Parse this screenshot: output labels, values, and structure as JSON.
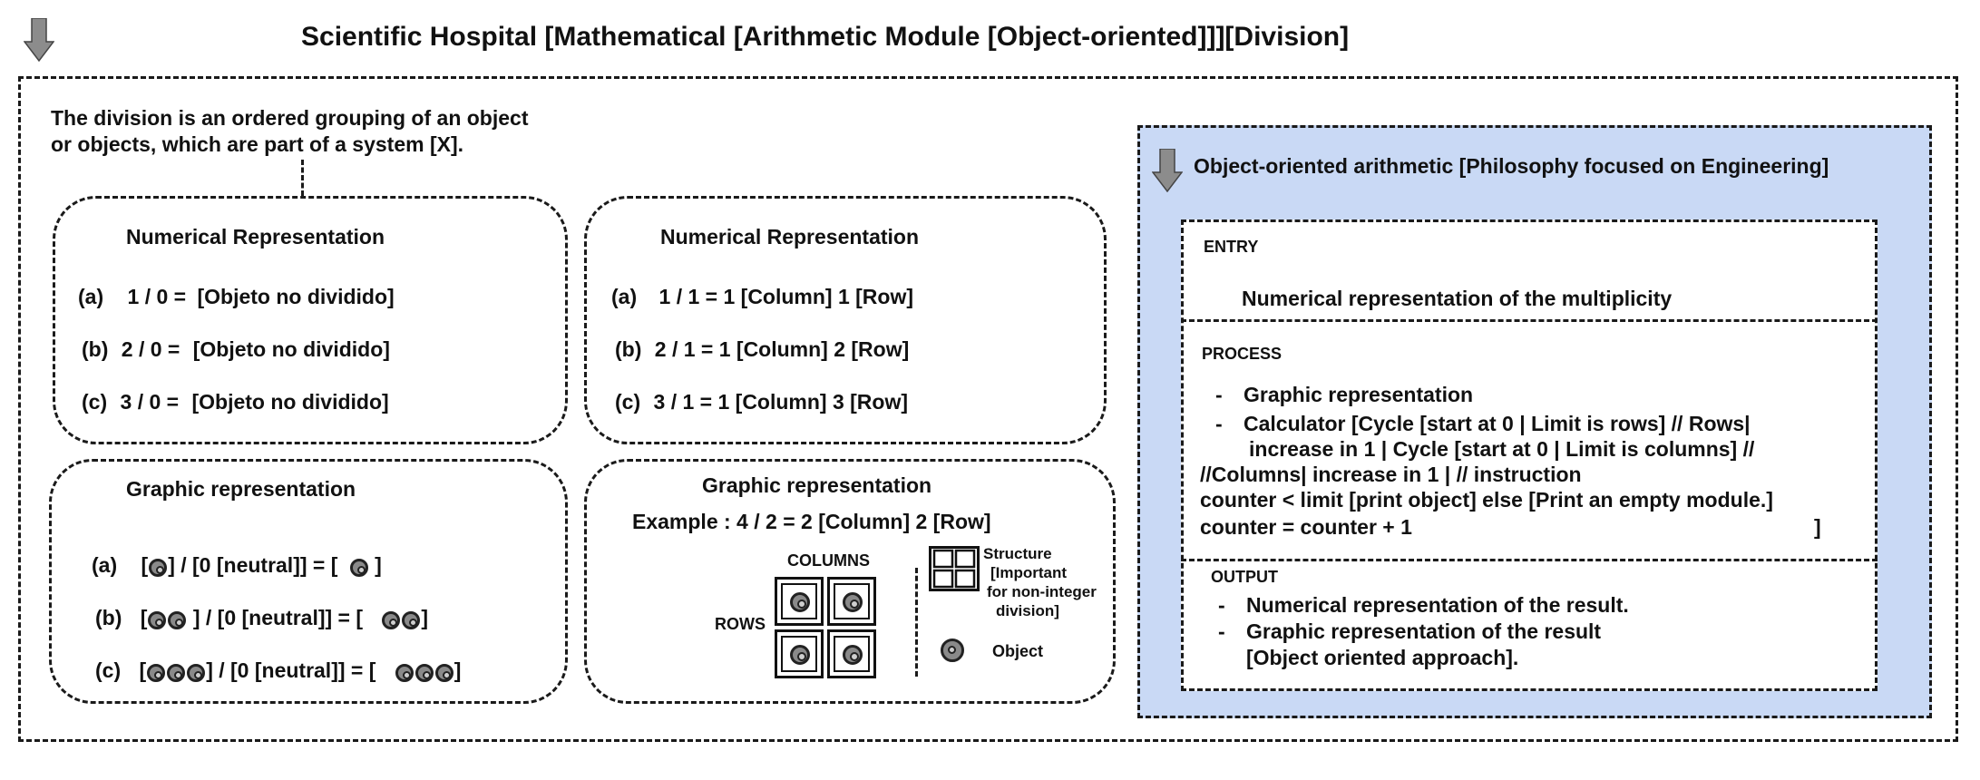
{
  "title": "Scientific Hospital [Mathematical [Arithmetic Module [Object-oriented]]][Division]",
  "definition": {
    "line1": "The division is an ordered grouping of an object",
    "line2": "or objects, which are part of a system [X]."
  },
  "numerical_zero": {
    "heading": "Numerical Representation",
    "rows": [
      {
        "label": "(a)",
        "expr": "1 /  0   =",
        "result": "[Objeto no dividido]"
      },
      {
        "label": "(b)",
        "expr": "2 / 0   =",
        "result": "[Objeto no dividido]"
      },
      {
        "label": "(c)",
        "expr": "3 / 0   =",
        "result": "[Objeto no dividido]"
      }
    ]
  },
  "numerical_one": {
    "heading": "Numerical Representation",
    "rows": [
      {
        "label": "(a)",
        "expr": "1 / 1   = 1 [Column] 1 [Row]"
      },
      {
        "label": "(b)",
        "expr": "2 / 1   = 1 [Column] 2 [Row]"
      },
      {
        "label": "(c)",
        "expr": "3 / 1   =  1 [Column] 3 [Row]"
      }
    ]
  },
  "graphic_zero": {
    "heading": "Graphic representation",
    "rows": [
      {
        "label": "(a)",
        "objects": 1,
        "open": "[",
        "middle": "] / [0 [neutral]] = [",
        "close": "]"
      },
      {
        "label": "(b)",
        "objects": 2,
        "open": "[",
        "middle": " ] / [0 [neutral]] = [",
        "close": "]"
      },
      {
        "label": "(c)",
        "objects": 3,
        "open": "[",
        "middle": "] / [0 [neutral]] = [",
        "close": "]"
      }
    ]
  },
  "graphic_example": {
    "heading": "Graphic representation",
    "example": "Example : 4 / 2  = 2 [Column]  2 [Row]",
    "columns_label": "COLUMNS",
    "rows_label": "ROWS",
    "legend_structure": [
      "Structure",
      "[Important",
      "for non-integer",
      "division]"
    ],
    "legend_object": "Object"
  },
  "oop": {
    "heading": "Object-oriented arithmetic [Philosophy focused on Engineering]",
    "panel_color": "#c9d9f5",
    "entry": {
      "label": "ENTRY",
      "text": "Numerical representation of the multiplicity"
    },
    "process": {
      "label": "PROCESS",
      "dash": "-",
      "item1": "Graphic representation",
      "item2_lines": [
        "Calculator [Cycle [start at 0 | Limit is rows] // Rows|",
        "increase in 1  |  Cycle [start at 0 | Limit is columns] //",
        "//Columns|    increase in 1  |   // instruction",
        "counter < limit [print object] else [Print an empty module.]",
        "counter = counter + 1"
      ],
      "closing_bracket": "]"
    },
    "output": {
      "label": "OUTPUT",
      "dash": "-",
      "item1": "Numerical representation of the result.",
      "item2_line1": "Graphic representation of the result",
      "item2_line2": "[Object oriented approach]."
    }
  }
}
